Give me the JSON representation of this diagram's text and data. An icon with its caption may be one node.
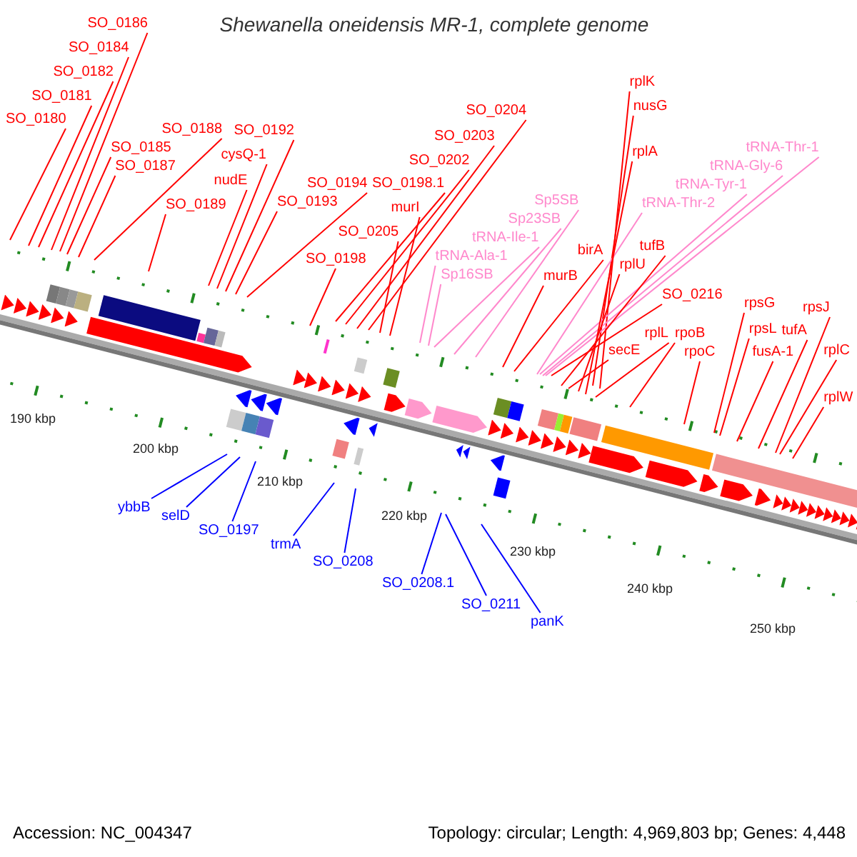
{
  "diagram": {
    "title": "Shewanella oneidensis MR-1, complete genome",
    "nodes": [
      {
        "text": [
          "SO_0186"
        ]
      },
      {
        "text": [
          "SO_0184"
        ]
      },
      {
        "text": [
          "SO_0182"
        ]
      },
      {
        "text": [
          "SO_0181"
        ]
      },
      {
        "text": [
          "SO_0180"
        ]
      },
      {
        "text": [
          "SO_0188"
        ]
      },
      {
        "text": [
          "SO_0185"
        ]
      },
      {
        "text": [
          "SO_0187"
        ]
      },
      {
        "text": [
          "SO_0189"
        ]
      },
      {
        "text": [
          "SO_0194"
        ]
      },
      {
        "text": [
          "SO_0192"
        ]
      },
      {
        "text": [
          "cysQ-1"
        ]
      },
      {
        "text": [
          "nudE"
        ]
      },
      {
        "text": [
          "SO_0193"
        ]
      },
      {
        "text": [
          "SO_0204"
        ]
      },
      {
        "text": [
          "SO_0203"
        ]
      },
      {
        "text": [
          "SO_0202"
        ]
      },
      {
        "text": [
          "SO_0198.1"
        ]
      },
      {
        "text": [
          "SO_0198"
        ]
      },
      {
        "text": [
          "murI"
        ]
      },
      {
        "text": [
          "SO_0205"
        ]
      },
      {
        "text": [
          "tRNA-Ile-1"
        ]
      },
      {
        "text": [
          "Sp16SB"
        ]
      },
      {
        "text": [
          "Sp5SB"
        ]
      },
      {
        "text": [
          "Sp23SB"
        ]
      },
      {
        "text": [
          "tRNA-Ala-1"
        ]
      },
      {
        "text": [
          "rplK"
        ]
      },
      {
        "text": [
          "nusG"
        ]
      },
      {
        "text": [
          "tRNA-Thr-1"
        ]
      },
      {
        "text": [
          "tRNA-Gly-6"
        ]
      },
      {
        "text": [
          "tRNA-Tyr-1"
        ]
      },
      {
        "text": [
          "tRNA-Thr-2"
        ]
      },
      {
        "text": [
          "SO_0216"
        ]
      },
      {
        "text": [
          "birA"
        ]
      },
      {
        "text": [
          "secE"
        ]
      },
      {
        "text": [
          "rplU"
        ]
      },
      {
        "text": [
          "murB"
        ]
      },
      {
        "text": [
          "rplA"
        ]
      },
      {
        "text": [
          "tufB"
        ]
      },
      {
        "text": [
          "rplL"
        ]
      },
      {
        "text": [
          "rpoB"
        ]
      },
      {
        "text": [
          "rpsG"
        ]
      },
      {
        "text": [
          "rpoC"
        ]
      },
      {
        "text": [
          "rpsJ"
        ]
      },
      {
        "text": [
          "rpsL"
        ]
      },
      {
        "text": [
          "tufA"
        ]
      },
      {
        "text": [
          "rplW"
        ]
      },
      {
        "text": [
          "fusA-1"
        ]
      },
      {
        "text": [
          "rplC"
        ]
      },
      {
        "text": [
          "ybbB"
        ]
      },
      {
        "text": [
          "selD"
        ]
      },
      {
        "text": [
          "SO_0197"
        ]
      },
      {
        "text": [
          "trmA"
        ]
      },
      {
        "text": [
          "SO_0208"
        ]
      },
      {
        "text": [
          "SO_0208.1"
        ]
      },
      {
        "text": [
          "SO_0211"
        ]
      },
      {
        "text": [
          "panK"
        ]
      }
    ],
    "edges": [
      {
        "from": 0,
        "to": null,
        "arrow": "none"
      },
      {
        "from": 1,
        "to": null,
        "arrow": "none"
      },
      {
        "from": 2,
        "to": null,
        "arrow": "none"
      },
      {
        "from": 3,
        "to": null,
        "arrow": "none"
      },
      {
        "from": 4,
        "to": null,
        "arrow": "none"
      },
      {
        "from": 5,
        "to": null,
        "arrow": "none"
      },
      {
        "from": 6,
        "to": null,
        "arrow": "none"
      },
      {
        "from": 7,
        "to": null,
        "arrow": "none"
      },
      {
        "from": 8,
        "to": null,
        "arrow": "none"
      },
      {
        "from": 9,
        "to": null,
        "arrow": "none"
      },
      {
        "from": 10,
        "to": null,
        "arrow": "none"
      },
      {
        "from": 11,
        "to": null,
        "arrow": "none"
      },
      {
        "from": 12,
        "to": null,
        "arrow": "none"
      },
      {
        "from": 13,
        "to": null,
        "arrow": "none"
      },
      {
        "from": 14,
        "to": null,
        "arrow": "none"
      },
      {
        "from": 15,
        "to": null,
        "arrow": "none"
      },
      {
        "from": 16,
        "to": null,
        "arrow": "none"
      },
      {
        "from": 17,
        "to": null,
        "arrow": "none"
      },
      {
        "from": 18,
        "to": null,
        "arrow": "none"
      },
      {
        "from": 19,
        "to": null,
        "arrow": "none"
      },
      {
        "from": 20,
        "to": null,
        "arrow": "none"
      },
      {
        "from": 21,
        "to": null,
        "arrow": "none",
        "color": "#ff88cc"
      },
      {
        "from": 22,
        "to": null,
        "arrow": "none",
        "color": "#ff88cc"
      },
      {
        "from": 23,
        "to": null,
        "arrow": "none",
        "color": "#ff88cc"
      },
      {
        "from": 24,
        "to": null,
        "arrow": "none",
        "color": "#ff88cc"
      },
      {
        "from": 25,
        "to": null,
        "arrow": "none",
        "color": "#ff88cc"
      },
      {
        "from": 26,
        "to": null,
        "arrow": "none"
      },
      {
        "from": 27,
        "to": null,
        "arrow": "none"
      },
      {
        "from": 28,
        "to": null,
        "arrow": "none",
        "color": "#ff88cc"
      },
      {
        "from": 29,
        "to": null,
        "arrow": "none",
        "color": "#ff88cc"
      },
      {
        "from": 30,
        "to": null,
        "arrow": "none",
        "color": "#ff88cc"
      },
      {
        "from": 31,
        "to": null,
        "arrow": "none",
        "color": "#ff88cc"
      },
      {
        "from": 32,
        "to": null,
        "arrow": "none"
      },
      {
        "from": 33,
        "to": null,
        "arrow": "none"
      },
      {
        "from": 34,
        "to": null,
        "arrow": "none"
      },
      {
        "from": 35,
        "to": null,
        "arrow": "none"
      },
      {
        "from": 36,
        "to": null,
        "arrow": "none"
      },
      {
        "from": 37,
        "to": null,
        "arrow": "none"
      },
      {
        "from": 38,
        "to": null,
        "arrow": "none"
      },
      {
        "from": 39,
        "to": null,
        "arrow": "none"
      },
      {
        "from": 40,
        "to": null,
        "arrow": "none"
      },
      {
        "from": 41,
        "to": null,
        "arrow": "none"
      },
      {
        "from": 42,
        "to": null,
        "arrow": "none"
      },
      {
        "from": 43,
        "to": null,
        "arrow": "none"
      },
      {
        "from": 44,
        "to": null,
        "arrow": "none"
      },
      {
        "from": 45,
        "to": null,
        "arrow": "none"
      },
      {
        "from": 46,
        "to": null,
        "arrow": "none"
      },
      {
        "from": 47,
        "to": null,
        "arrow": "none"
      },
      {
        "from": 48,
        "to": null,
        "arrow": "none"
      },
      {
        "from": 49,
        "to": null,
        "arrow": "none",
        "color": "#0000ff"
      },
      {
        "from": 50,
        "to": null,
        "arrow": "none",
        "color": "#0000ff"
      },
      {
        "from": 51,
        "to": null,
        "arrow": "none",
        "color": "#0000ff"
      },
      {
        "from": 52,
        "to": null,
        "arrow": "none",
        "color": "#0000ff"
      },
      {
        "from": 53,
        "to": null,
        "arrow": "none",
        "color": "#0000ff"
      },
      {
        "from": 54,
        "to": null,
        "arrow": "none",
        "color": "#0000ff"
      },
      {
        "from": 55,
        "to": null,
        "arrow": "none",
        "color": "#0000ff"
      },
      {
        "from": 56,
        "to": null,
        "arrow": "none",
        "color": "#0000ff"
      }
    ],
    "labels": [
      "190 kbp",
      "200 kbp",
      "210 kbp",
      "220 kbp",
      "230 kbp",
      "240 kbp",
      "250 kbp",
      "Accession: NC_004347",
      "Topology: circular; Length: 4,969,803 bp; Genes: 4,448"
    ]
  }
}
